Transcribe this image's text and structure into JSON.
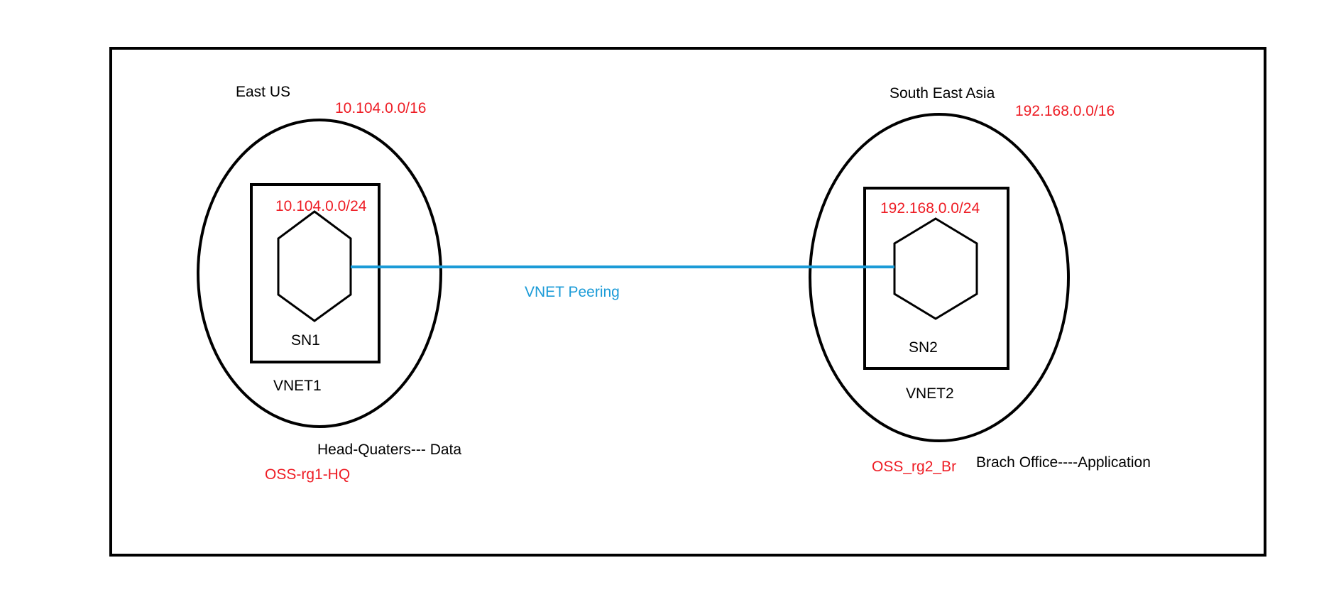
{
  "colors": {
    "text": "#000000",
    "red": "#ee1c24",
    "link": "#1b9bd7",
    "stroke": "#000000"
  },
  "left": {
    "region": "East US",
    "vnet_cidr": "10.104.0.0/16",
    "subnet_cidr": "10.104.0.0/24",
    "subnet_name": "SN1",
    "vnet_name": "VNET1",
    "role": "Head-Quaters--- Data",
    "resource_group": "OSS-rg1-HQ"
  },
  "right": {
    "region": "South East Asia",
    "vnet_cidr": "192.168.0.0/16",
    "subnet_cidr": "192.168.0.0/24",
    "subnet_name": "SN2",
    "vnet_name": "VNET2",
    "role": "Brach Office----Application",
    "resource_group": "OSS_rg2_Br"
  },
  "connection": {
    "label": "VNET Peering"
  }
}
